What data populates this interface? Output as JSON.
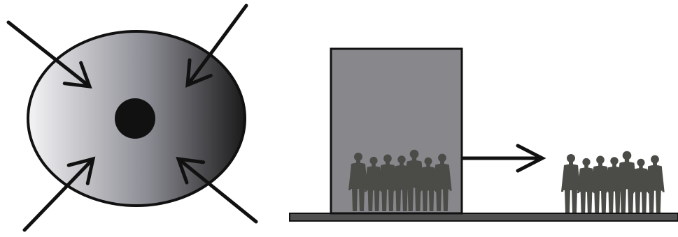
{
  "colors": {
    "background": "#ffffff",
    "outline": "#111111",
    "ellipse_light": "#f4f4f6",
    "ellipse_mid": "#8c8c94",
    "ellipse_dark": "#1a1a1a",
    "box_fill": "#88878c",
    "ground": "#505050",
    "people": "#4b4b47"
  },
  "icons": {
    "compression": "inward-arrows-icon",
    "core": "dense-core-dot-icon",
    "outflow": "right-arrow-icon",
    "people": "people-group-icon"
  },
  "panels": {
    "left": {
      "arrow_count": 4
    },
    "right": {
      "groups": 2,
      "people_per_group": 7
    }
  }
}
